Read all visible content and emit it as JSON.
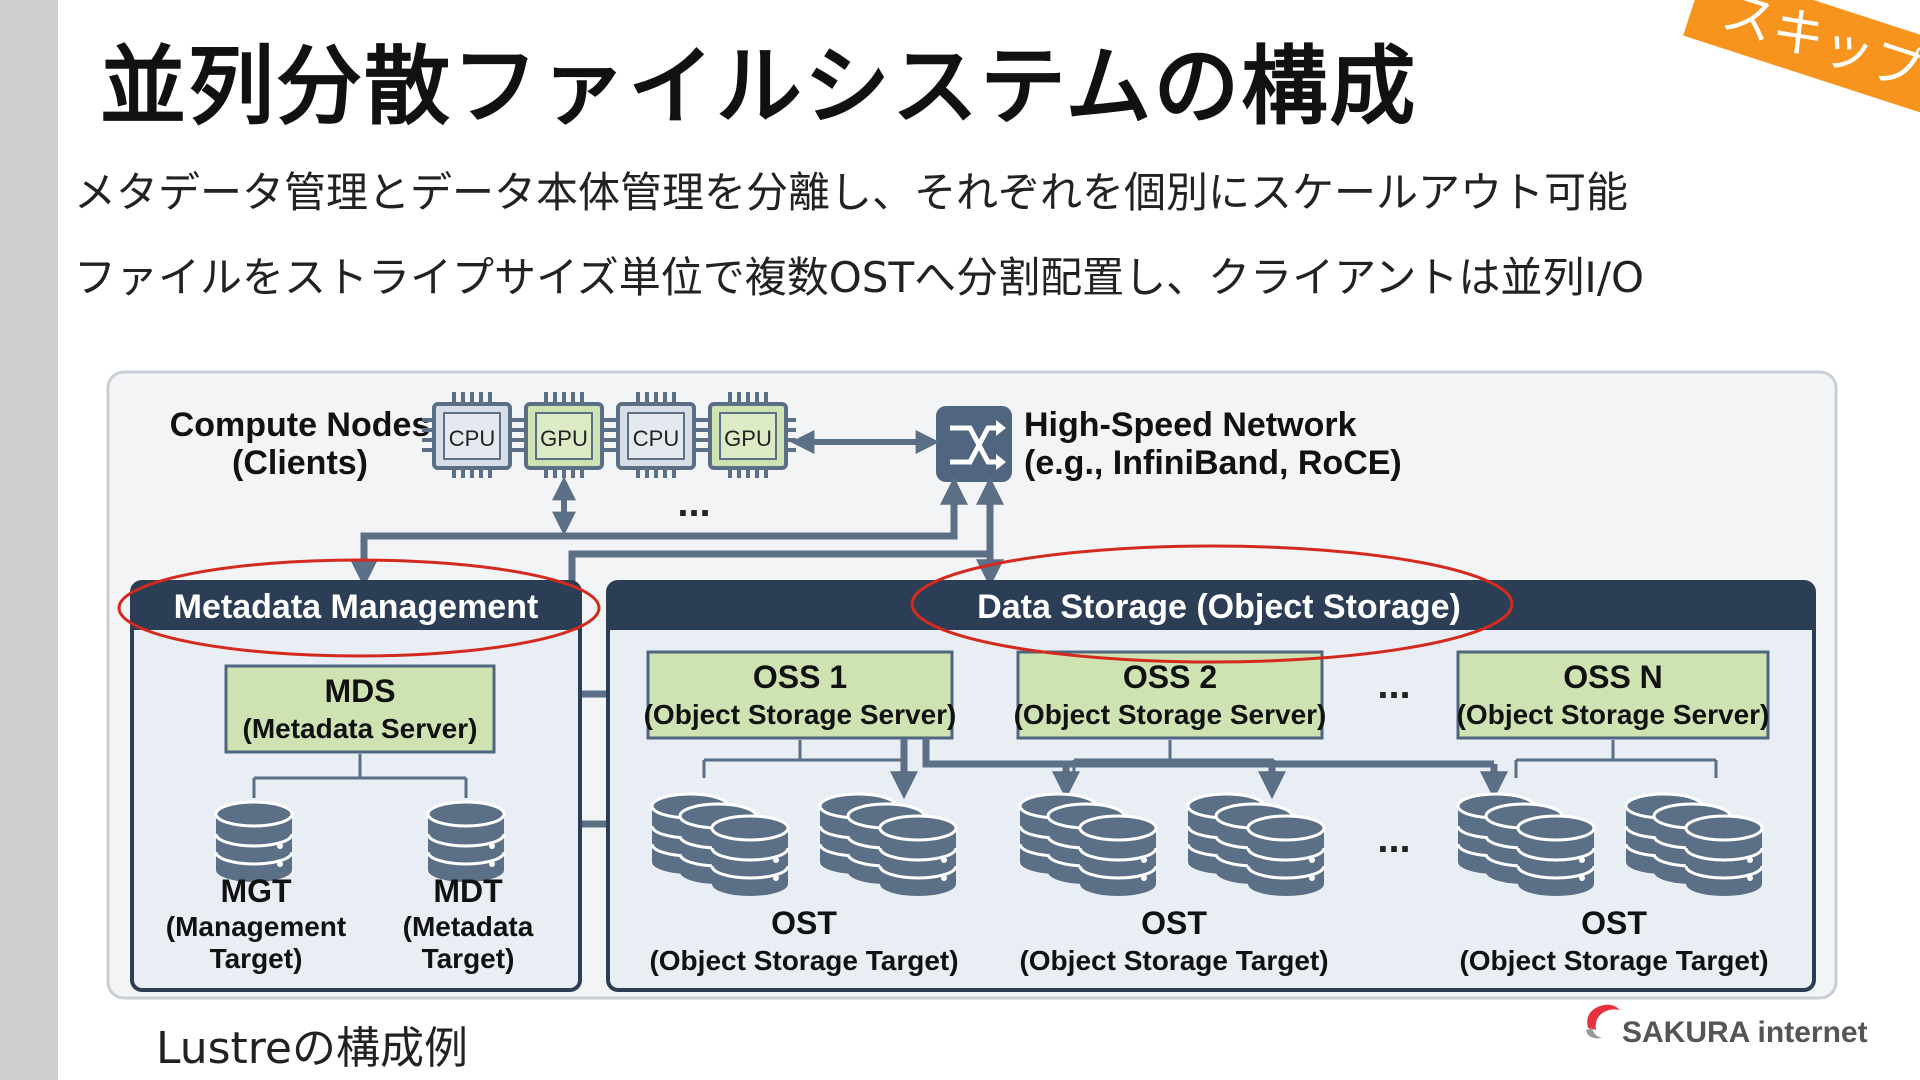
{
  "slide": {
    "title": "並列分散ファイルシステムの構成",
    "badge": "スキップ",
    "bullets": [
      "メタデータ管理とデータ本体管理を分離し、それぞれを個別にスケールアウト可能",
      "ファイルをストライプサイズ単位で複数OSTへ分割配置し、クライアントは並列I/O"
    ],
    "caption": "Lustreの構成例",
    "logo_text": "SAKURA internet"
  },
  "diagram": {
    "compute_title_1": "Compute Nodes",
    "compute_title_2": "(Clients)",
    "chips": [
      "CPU",
      "GPU",
      "CPU",
      "GPU"
    ],
    "ellipsis": "...",
    "network_title_1": "High-Speed Network",
    "network_title_2": "(e.g., InfiniBand, RoCE)",
    "metadata_header": "Metadata Management",
    "storage_header": "Data Storage (Object Storage)",
    "mds_title": "MDS",
    "mds_sub": "(Metadata Server)",
    "mgt_title": "MGT",
    "mgt_sub_1": "(Management",
    "mgt_sub_2": "Target)",
    "mdt_title": "MDT",
    "mdt_sub_1": "(Metadata",
    "mdt_sub_2": "Target)",
    "oss": [
      {
        "title": "OSS 1",
        "sub": "(Object Storage Server)"
      },
      {
        "title": "OSS 2",
        "sub": "(Object Storage Server)"
      },
      {
        "title": "OSS N",
        "sub": "(Object Storage Server)"
      }
    ],
    "ost_title": "OST",
    "ost_sub": "(Object Storage Target)"
  },
  "colors": {
    "navy": "#2c3e55",
    "panel": "#e9eef4",
    "green": "#cfe3b2",
    "slate": "#5b6f86",
    "red": "#d42a1e",
    "orange": "#f7941d"
  }
}
